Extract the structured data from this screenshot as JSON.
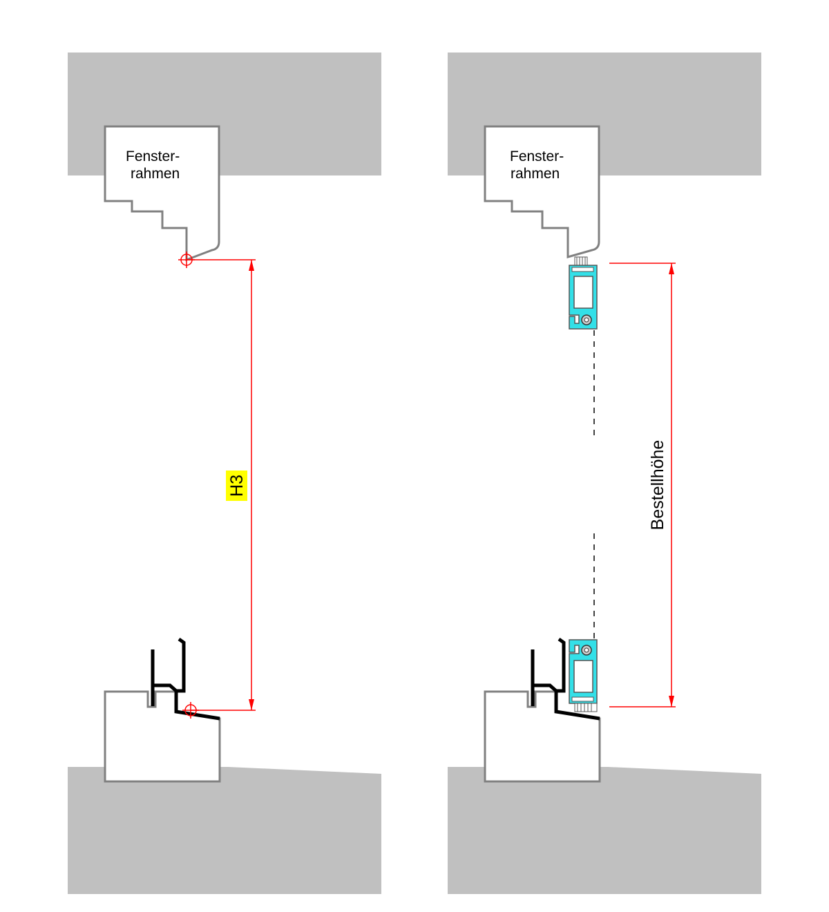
{
  "left_panel": {
    "frame_label_line1": "Fenster-",
    "frame_label_line2": "rahmen",
    "dimension_label": "H3"
  },
  "right_panel": {
    "frame_label_line1": "Fenster-",
    "frame_label_line2": "rahmen",
    "dimension_label": "Bestellhöhe"
  },
  "colors": {
    "wall": "#c0c0c0",
    "outline": "#808080",
    "dimension": "#ff0000",
    "highlight": "#ffff00",
    "profile": "#33e0e8",
    "sill_profile": "#000000"
  }
}
